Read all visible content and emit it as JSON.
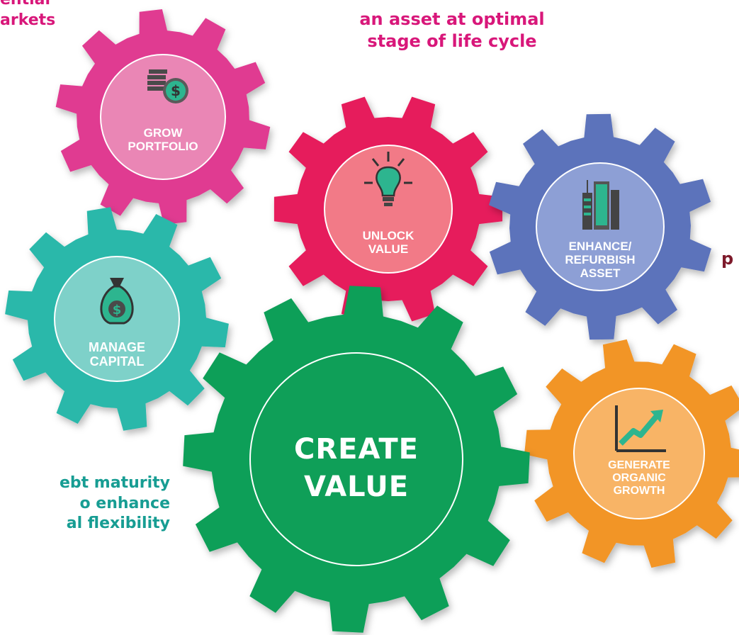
{
  "captions": {
    "top_left": "ential\narkets",
    "top_center": "an asset at optimal\nstage of life cycle",
    "right_mid": "p",
    "bottom_left": "ebt maturity\no enhance\nal flexibility"
  },
  "gears": {
    "grow_portfolio": {
      "label": "GROW\nPORTFOLIO",
      "icon": "coins-icon",
      "color": "#e03a91",
      "inner_color": "#ea86b5"
    },
    "unlock_value": {
      "label": "UNLOCK\nVALUE",
      "icon": "lightbulb-icon",
      "color": "#e61f5c",
      "inner_color": "#f27a87"
    },
    "enhance_refurbish": {
      "label": "ENHANCE/\nREFURBISH\nASSET",
      "icon": "buildings-icon",
      "color": "#5b73bb",
      "inner_color": "#8d9fd5"
    },
    "manage_capital": {
      "label": "MANAGE\nCAPITAL",
      "icon": "money-bag-icon",
      "color": "#2bb8aa",
      "inner_color": "#7ed1c9"
    },
    "create_value": {
      "label": "CREATE\nVALUE",
      "color": "#0f9f58",
      "inner_color": "#0f9f58"
    },
    "generate_growth": {
      "label": "GENERATE\nORGANIC\nGROWTH",
      "icon": "growth-chart-icon",
      "color": "#f29526",
      "inner_color": "#f8b466"
    }
  },
  "colors": {
    "caption_pink": "#d8177a",
    "caption_teal": "#179d93",
    "caption_maroon": "#7e1a2b"
  }
}
